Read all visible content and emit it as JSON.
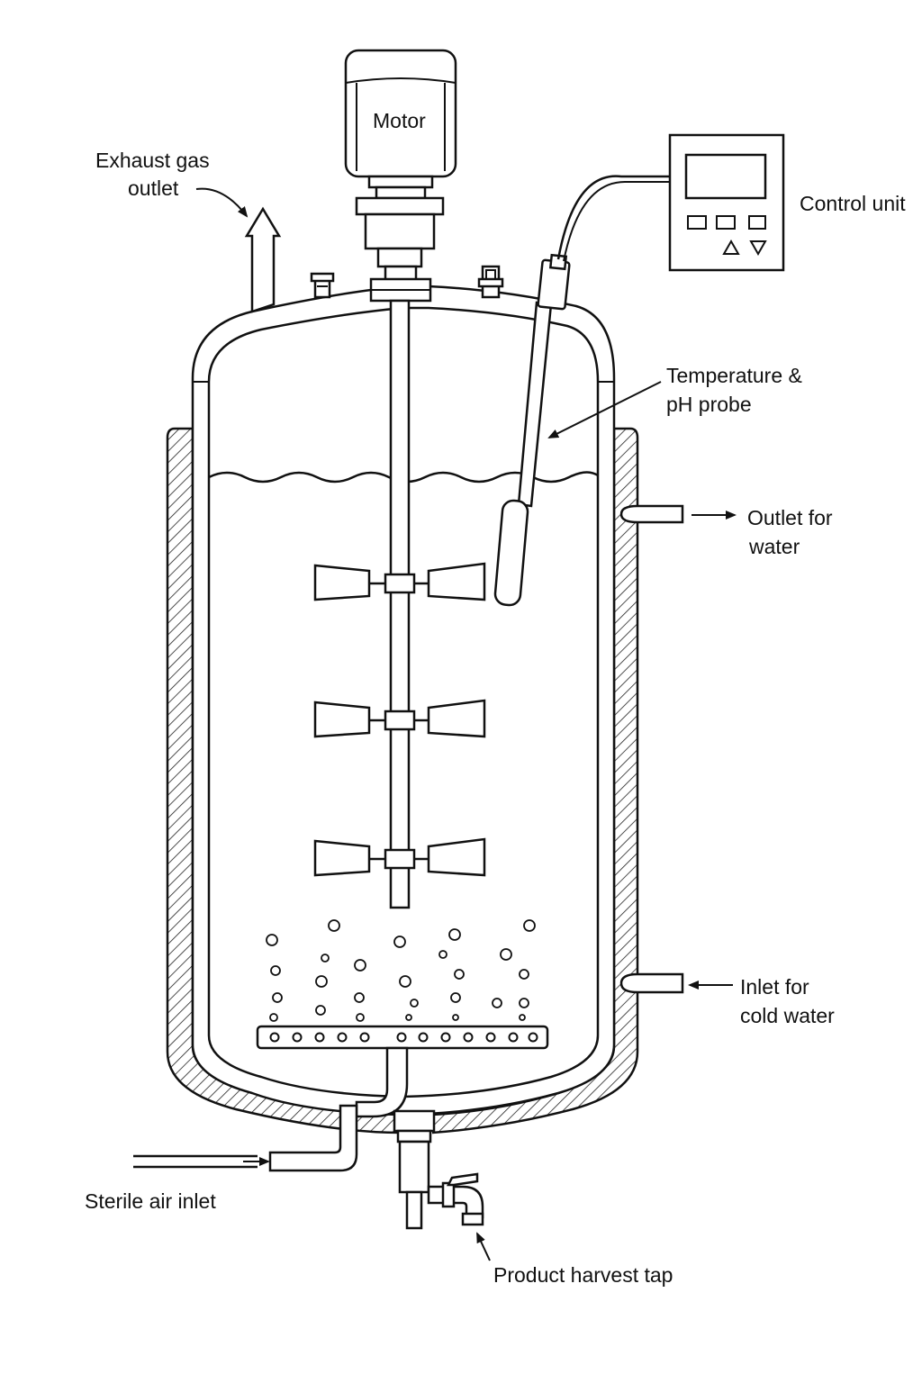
{
  "labels": {
    "motor": "Motor",
    "exhaust_line1": "Exhaust gas",
    "exhaust_line2": "outlet",
    "control_unit": "Control unit",
    "probe_line1": "Temperature &",
    "probe_line2": "pH probe",
    "outlet_line1": "Outlet for",
    "outlet_line2": "water",
    "inlet_line1": "Inlet for",
    "inlet_line2": "cold water",
    "air_inlet": "Sterile air inlet",
    "harvest_tap": "Product harvest tap"
  },
  "colors": {
    "line": "#111111",
    "background": "#ffffff"
  }
}
